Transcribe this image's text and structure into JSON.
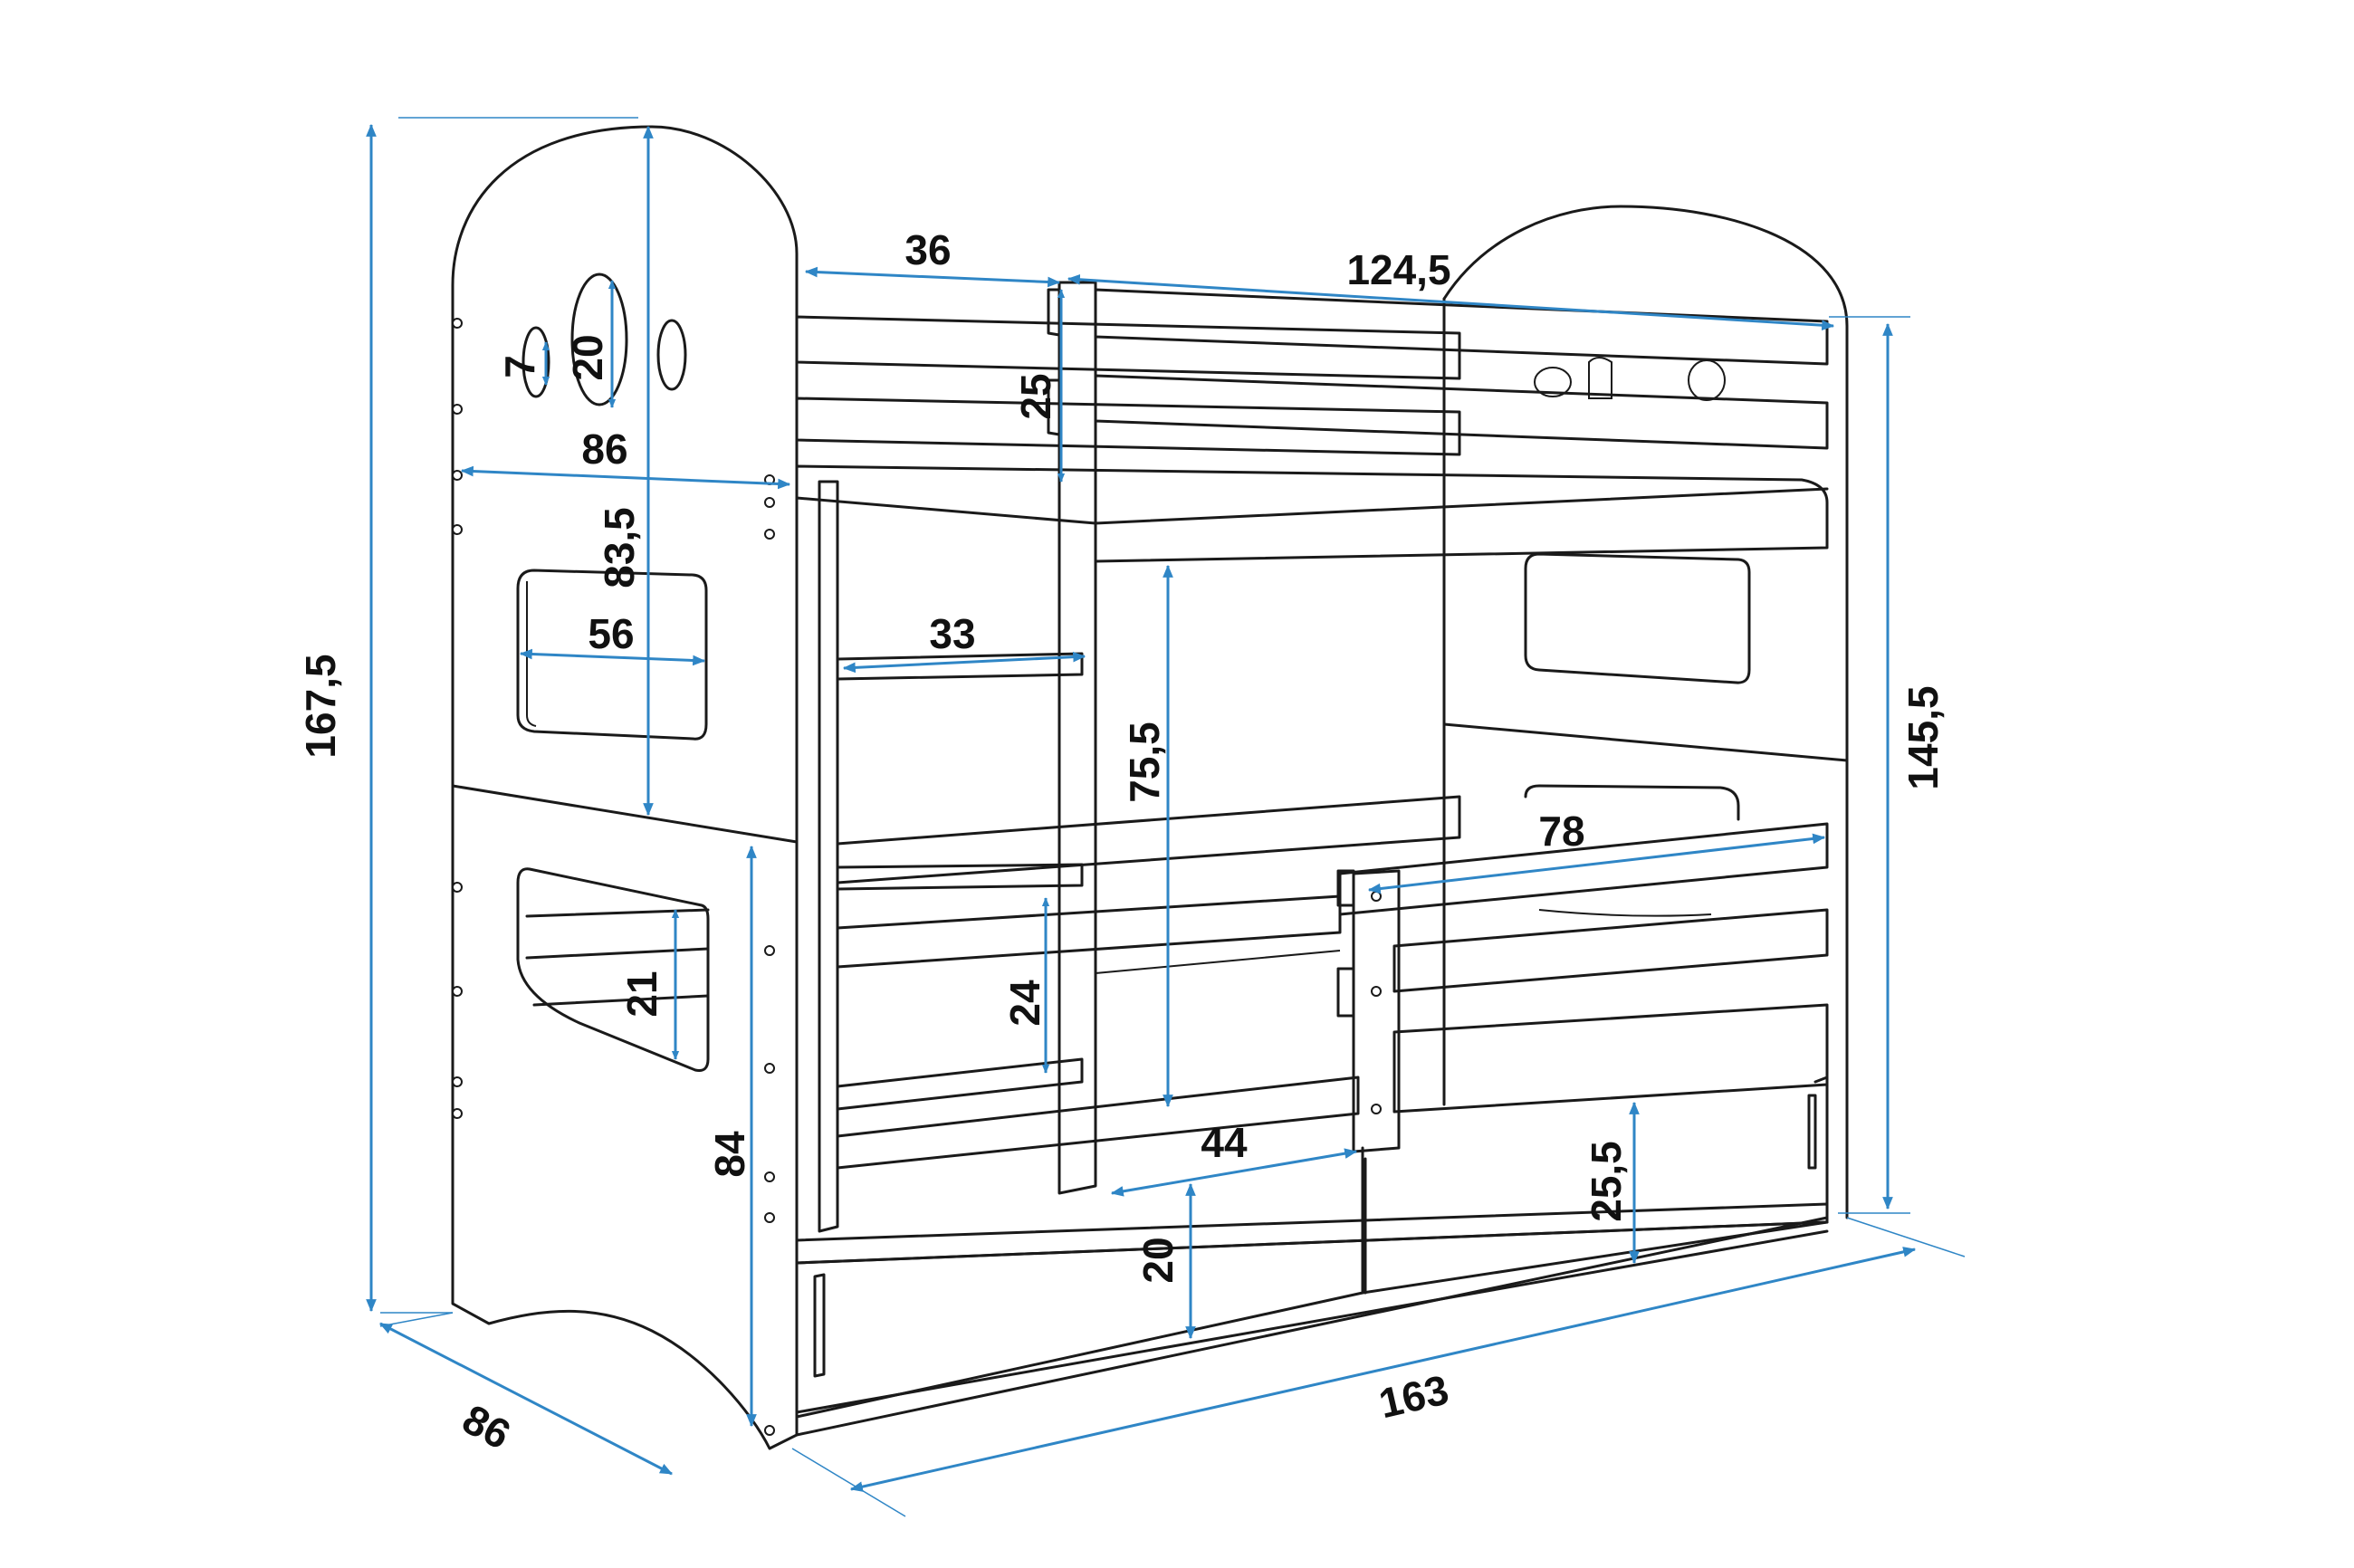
{
  "dimensions": {
    "total_height": "167,5",
    "depth_bottom": "86",
    "length_bottom": "163",
    "height_right": "145,5",
    "top_rail_gap": "36",
    "top_length": "124,5",
    "top_rail_height": "25",
    "end_width": "86",
    "head_height": "83,5",
    "hole_diam": "20",
    "small_hole": "7",
    "window_width": "56",
    "ladder_width": "33",
    "bed_clearance": "75,5",
    "guard_length": "78",
    "low_window_height": "21",
    "ladder_step": "24",
    "lower_frame_height": "84",
    "entry_gap": "44",
    "drawer_height": "20",
    "drawer_front_height": "25,5"
  },
  "colors": {
    "arrow": "#2f86c6",
    "outline": "#1a1a1a",
    "text": "#111111"
  }
}
